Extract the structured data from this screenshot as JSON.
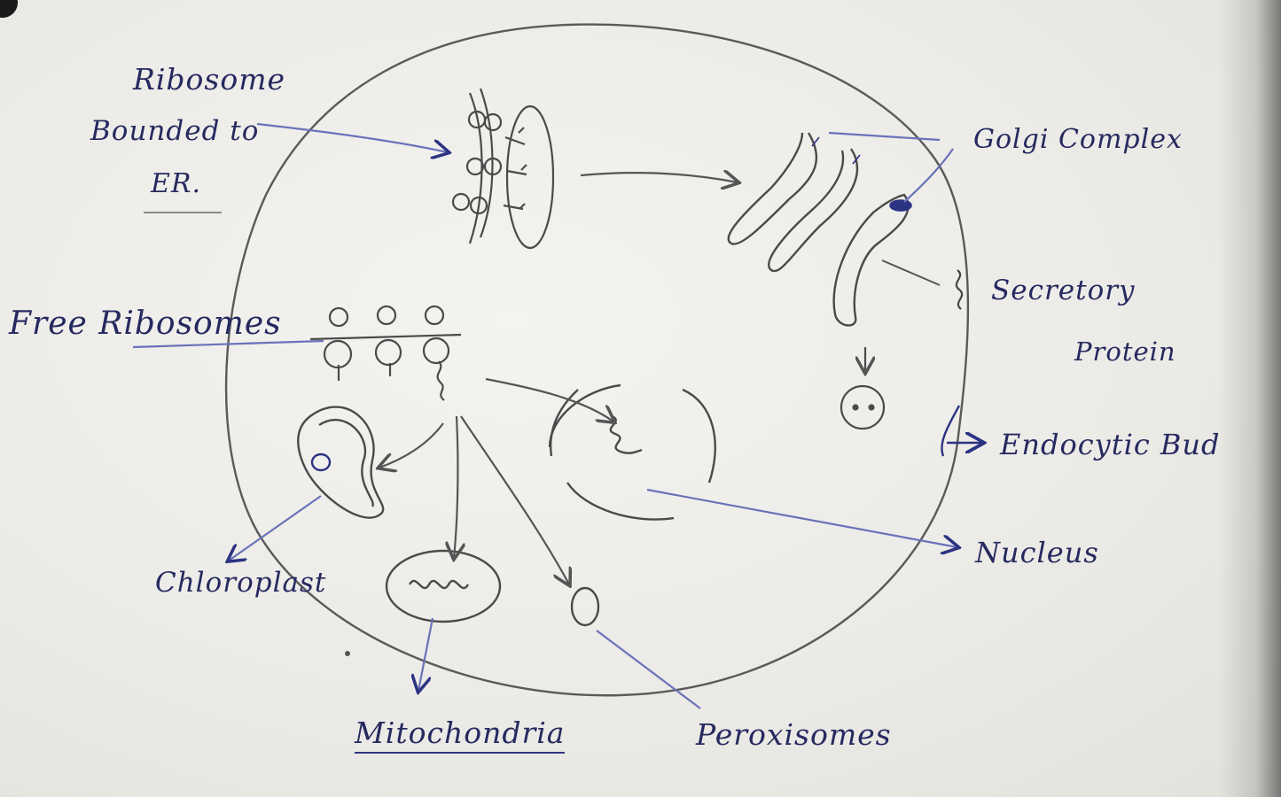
{
  "diagram": {
    "labels": {
      "ribosome_bound_er_1": "Ribosome",
      "ribosome_bound_er_2": "Bounded to",
      "ribosome_bound_er_3": "ER.",
      "golgi": "Golgi Complex",
      "free_ribosomes": "Free Ribosomes",
      "secretory_protein_1": "Secretory",
      "secretory_protein_2": "Protein",
      "endocytic_bud": "Endocytic Bud",
      "nucleus": "Nucleus",
      "chloroplast": "Chloroplast",
      "mitochondria": "Mitochondria",
      "peroxisomes": "Peroxisomes"
    },
    "colors": {
      "pencil": "#4a4a4a",
      "ink": "#2c3382",
      "ink_light": "#6a72b8"
    }
  }
}
